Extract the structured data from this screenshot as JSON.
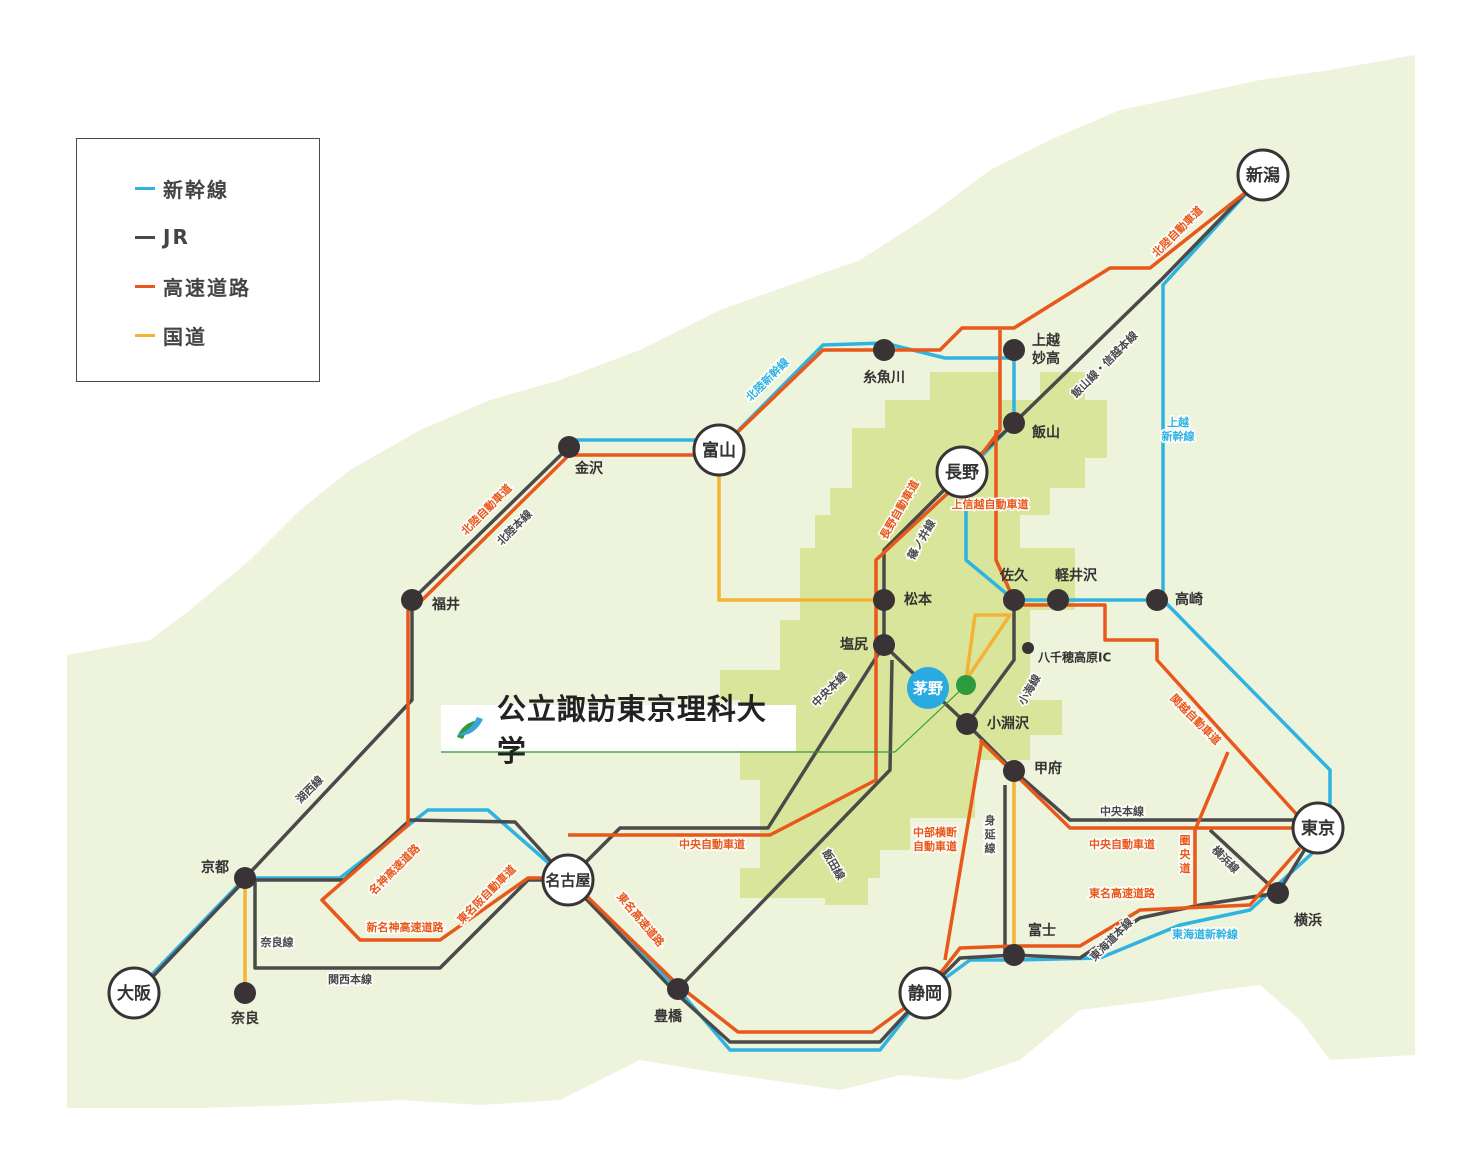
{
  "legend": {
    "items": [
      {
        "label": "新幹線",
        "color": "#2fb3e0"
      },
      {
        "label": "JR",
        "color": "#4a4a4a"
      },
      {
        "label": "高速道路",
        "color": "#e8581a"
      },
      {
        "label": "国道",
        "color": "#f5b335"
      }
    ]
  },
  "university": {
    "name": "公立諏訪東京理科大学",
    "logo_icon": "university-logo-icon",
    "brand_color": "#1a8a3a"
  },
  "colors": {
    "land": "#eef3dc",
    "highlight_region": "#d9e59a",
    "shinkansen": "#2fb3e0",
    "jr": "#4a4a4a",
    "expressway": "#e8581a",
    "national_road": "#f5b335",
    "chino_marker": "#29abe2",
    "campus_marker": "#2e9a3e"
  },
  "major_stations": [
    {
      "id": "niigata",
      "label": "新潟"
    },
    {
      "id": "toyama",
      "label": "富山"
    },
    {
      "id": "nagano",
      "label": "長野"
    },
    {
      "id": "tokyo",
      "label": "東京"
    },
    {
      "id": "nagoya",
      "label": "名古屋"
    },
    {
      "id": "osaka",
      "label": "大阪"
    },
    {
      "id": "shizuoka",
      "label": "静岡"
    }
  ],
  "chino": {
    "label": "茅野"
  },
  "stations": [
    {
      "id": "itoigawa",
      "label": "糸魚川"
    },
    {
      "id": "joetsumyoko",
      "label": "上越\n妙高"
    },
    {
      "id": "iiyama",
      "label": "飯山"
    },
    {
      "id": "kanazawa",
      "label": "金沢"
    },
    {
      "id": "fukui",
      "label": "福井"
    },
    {
      "id": "matsumoto",
      "label": "松本"
    },
    {
      "id": "shiojiri",
      "label": "塩尻"
    },
    {
      "id": "saku",
      "label": "佐久"
    },
    {
      "id": "karuizawa",
      "label": "軽井沢"
    },
    {
      "id": "takasaki",
      "label": "高崎"
    },
    {
      "id": "yatsugatake",
      "label": "八千穂高原IC"
    },
    {
      "id": "kobuchizawa",
      "label": "小淵沢"
    },
    {
      "id": "kofu",
      "label": "甲府"
    },
    {
      "id": "kyoto",
      "label": "京都"
    },
    {
      "id": "nara",
      "label": "奈良"
    },
    {
      "id": "toyohashi",
      "label": "豊橋"
    },
    {
      "id": "fuji",
      "label": "富士"
    },
    {
      "id": "yokohama",
      "label": "横浜"
    }
  ],
  "line_labels": [
    {
      "id": "hokuriku_shinkansen",
      "text": "北陸新幹線"
    },
    {
      "id": "hokuriku_expressway_n",
      "text": "北陸自動車道"
    },
    {
      "id": "hokuriku_expressway_w",
      "text": "北陸自動車道"
    },
    {
      "id": "hokuriku_main",
      "text": "北陸本線"
    },
    {
      "id": "iiyama_shinetsu",
      "text": "飯山線・信越本線"
    },
    {
      "id": "joetsu_shinkansen",
      "text": "上越\n新幹線"
    },
    {
      "id": "joshinetsu_expressway",
      "text": "上信越自動車道"
    },
    {
      "id": "nagano_expressway",
      "text": "長野自動車道"
    },
    {
      "id": "shinonoi",
      "text": "篠ノ井線"
    },
    {
      "id": "chuo_main_w",
      "text": "中央本線"
    },
    {
      "id": "koumi",
      "text": "小海線"
    },
    {
      "id": "kanetsu",
      "text": "関越自動車道"
    },
    {
      "id": "chuo_main_e",
      "text": "中央本線"
    },
    {
      "id": "chuo_expressway_e",
      "text": "中央自動車道"
    },
    {
      "id": "chuo_expressway_w",
      "text": "中央自動車道"
    },
    {
      "id": "ken_o",
      "text": "圏\n央\n道"
    },
    {
      "id": "yokohama_line",
      "text": "横浜線"
    },
    {
      "id": "tomei",
      "text": "東名高速道路"
    },
    {
      "id": "tokaido_shinkansen",
      "text": "東海道新幹線"
    },
    {
      "id": "tokaido_main",
      "text": "東海道本線"
    },
    {
      "id": "minobu",
      "text": "身\n延\n線"
    },
    {
      "id": "chubu_odan",
      "text": "中部横断\n自動車道"
    },
    {
      "id": "iida",
      "text": "飯田線"
    },
    {
      "id": "tomei_w",
      "text": "東名高速道路"
    },
    {
      "id": "kosei",
      "text": "湖西線"
    },
    {
      "id": "meishin",
      "text": "名神高速道路"
    },
    {
      "id": "shin_meishin",
      "text": "新名神高速道路"
    },
    {
      "id": "higashi_meihan",
      "text": "東名阪自動車道"
    },
    {
      "id": "nara_line",
      "text": "奈良線"
    },
    {
      "id": "kansai_main",
      "text": "関西本線"
    }
  ]
}
